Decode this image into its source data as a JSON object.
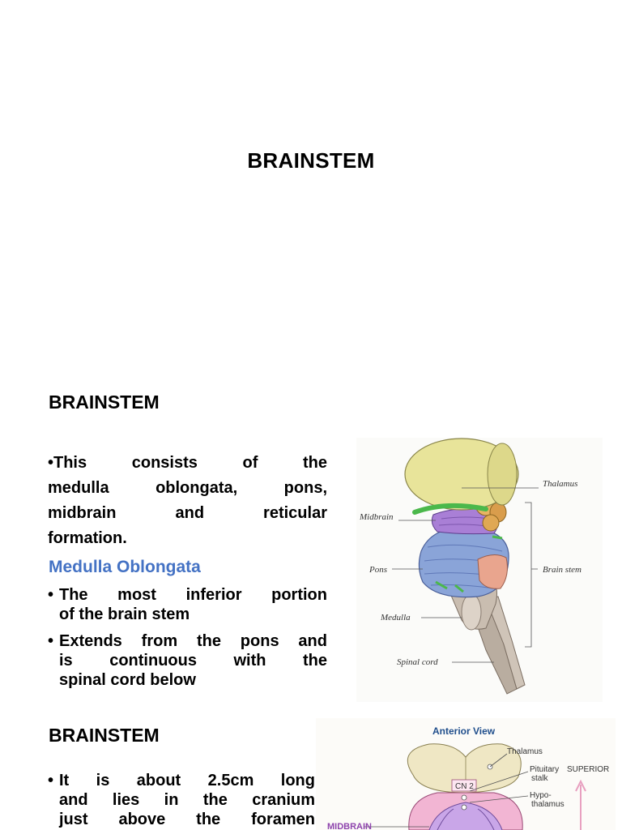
{
  "slide1": {
    "title": "BRAINSTEM"
  },
  "slide2": {
    "title": "BRAINSTEM",
    "intro_lines": [
      "•This consists of the",
      "medulla oblongata, pons,",
      "midbrain and reticular",
      "formation."
    ],
    "subheading": "Medulla Oblongata",
    "bullets": [
      {
        "lines": [
          "The most inferior portion",
          "of the brain stem"
        ]
      },
      {
        "lines": [
          "Extends from the pons and",
          "is continuous with the",
          "spinal cord below"
        ]
      }
    ],
    "figure": {
      "labels": {
        "thalamus": "Thalamus",
        "midbrain": "Midbrain",
        "pons": "Pons",
        "brain_stem": "Brain stem",
        "medulla": "Medulla",
        "spinal_cord": "Spinal cord"
      }
    }
  },
  "slide3": {
    "title": "BRAINSTEM",
    "bullets": [
      {
        "lines": [
          "It is about 2.5cm long",
          "and lies in the cranium",
          "just above the foramen"
        ]
      }
    ],
    "figure": {
      "view_title": "Anterior View",
      "labels": {
        "thalamus": "Thalamus",
        "pituitary": "Pituitary",
        "stalk": "stalk",
        "hypo": "Hypo-",
        "thalamus2": "thalamus",
        "cn2": "CN 2",
        "superior": "SUPERIOR",
        "midbrain": "MIDBRAIN"
      },
      "colors": {
        "view_title": "#1f4e8c",
        "midbrain": "#8e44ad",
        "arrow": "#e8a0c0"
      }
    }
  }
}
